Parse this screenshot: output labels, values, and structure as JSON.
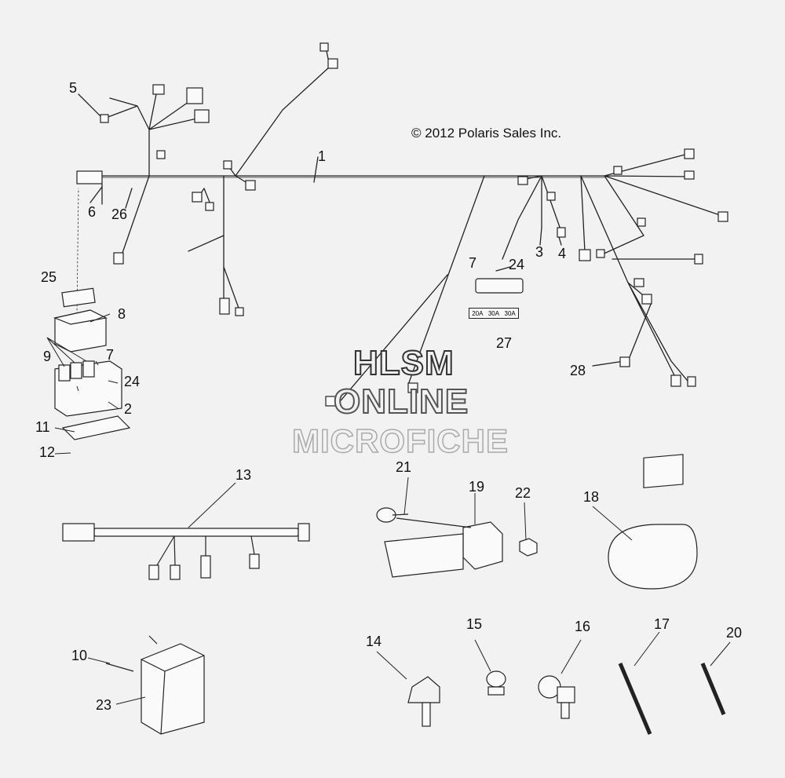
{
  "copyright": "© 2012 Polaris Sales Inc.",
  "watermark": {
    "line1": "HLSM",
    "line2": "ONLINE",
    "line3": "MICROFICHE"
  },
  "fuse_ratings": [
    "20A",
    "30A",
    "30A"
  ],
  "callouts": {
    "c1": "1",
    "c2": "2",
    "c3": "3",
    "c4": "4",
    "c5": "5",
    "c6": "6",
    "c7a": "7",
    "c7b": "7",
    "c8": "8",
    "c9": "9",
    "c10": "10",
    "c11": "11",
    "c12": "12",
    "c13": "13",
    "c14": "14",
    "c15": "15",
    "c16": "16",
    "c17": "17",
    "c18": "18",
    "c19": "19",
    "c20": "20",
    "c21": "21",
    "c22": "22",
    "c23": "23",
    "c24a": "24",
    "c24b": "24",
    "c25": "25",
    "c26": "26",
    "c27": "27",
    "c28": "28"
  }
}
